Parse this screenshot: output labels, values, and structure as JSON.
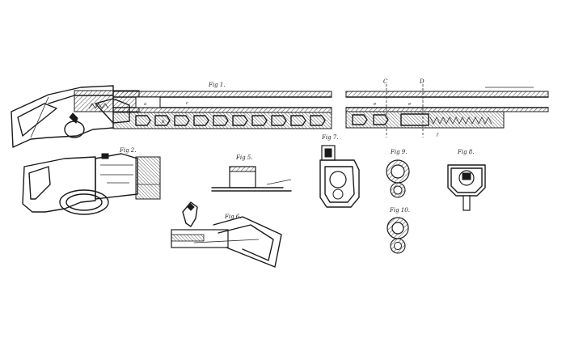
{
  "figures": {
    "fig1": {
      "caption": "Fig 1."
    },
    "fig2": {
      "caption": "Fig 2."
    },
    "fig5": {
      "caption": "Fig 5."
    },
    "fig6": {
      "caption": "Fig 6."
    },
    "fig7": {
      "caption": "Fig 7."
    },
    "fig8": {
      "caption": "Fig 8."
    },
    "fig9": {
      "caption": "Fig 9."
    },
    "fig10": {
      "caption": "Fig 10."
    }
  },
  "section_marks": {
    "left": "C",
    "right": "D"
  },
  "ref_letters": {
    "barrel": "e",
    "receiver": "a",
    "magazine": "c",
    "follower": "f",
    "carrier": "b"
  }
}
